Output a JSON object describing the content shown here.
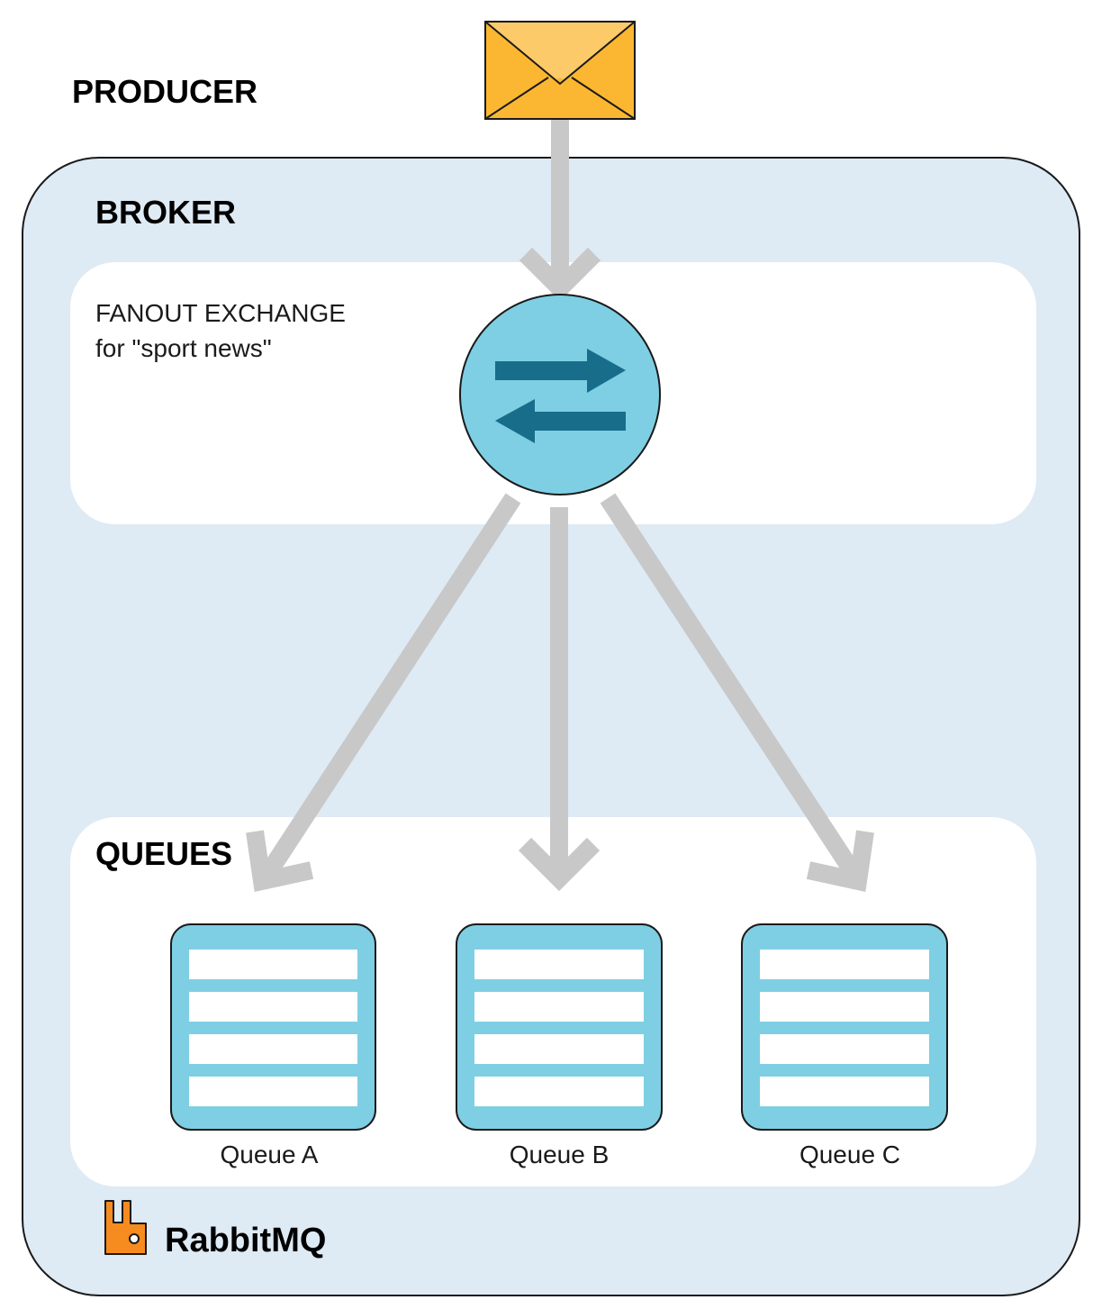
{
  "producer": {
    "label": "PRODUCER",
    "icon": "envelope-icon"
  },
  "broker": {
    "label": "BROKER"
  },
  "exchange": {
    "title_line1": "FANOUT EXCHANGE",
    "title_line2": "for \"sport news\"",
    "icon": "exchange-arrows-icon"
  },
  "queues": {
    "label": "QUEUES",
    "items": [
      {
        "name": "Queue A"
      },
      {
        "name": "Queue B"
      },
      {
        "name": "Queue C"
      }
    ]
  },
  "logo": {
    "text": "RabbitMQ",
    "icon": "rabbitmq-logo-icon"
  },
  "colors": {
    "broker_bg": "#deeaf4",
    "panel_bg": "#ffffff",
    "exchange_fill": "#7ecfe3",
    "exchange_arrows": "#176d8a",
    "envelope_top": "#fdca6a",
    "envelope_bottom": "#fbb731",
    "arrow_gray": "#c8c8c8",
    "queue_fill": "#7ecfe3",
    "logo_orange": "#f68b1f"
  }
}
